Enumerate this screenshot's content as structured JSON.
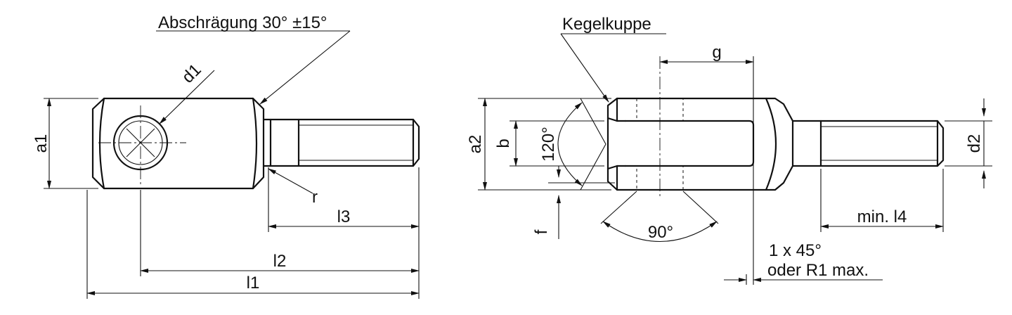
{
  "annotations": {
    "chamfer_note": "Abschrägung 30° ±15°",
    "cone_point": "Kegelkuppe",
    "chamfer_spec_line1": "1 x 45°",
    "chamfer_spec_line2": "oder R1 max."
  },
  "dimensions": {
    "d1": "d1",
    "a1": "a1",
    "r": "r",
    "l3": "l3",
    "l2": "l2",
    "l1": "l1",
    "g": "g",
    "a2": "a2",
    "b": "b",
    "angle_120": "120°",
    "f": "f",
    "angle_90": "90°",
    "d2": "d2",
    "min_l4": "min. l4"
  }
}
